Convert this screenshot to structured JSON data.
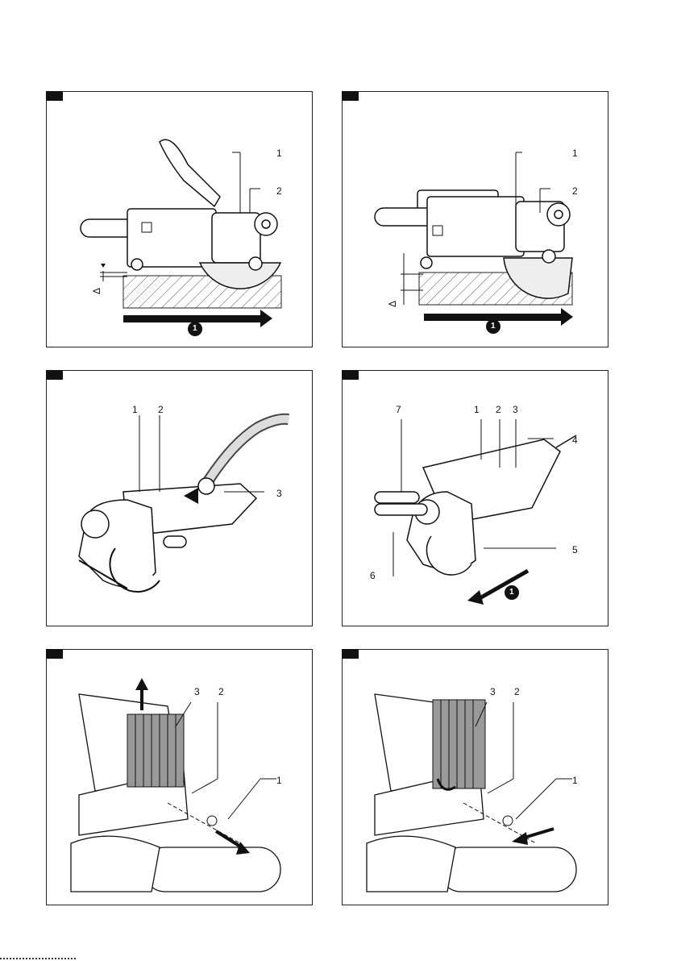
{
  "figures": [
    {
      "callouts": [
        "1",
        "2"
      ],
      "delta": "Δ",
      "step": "1"
    },
    {
      "callouts": [
        "1",
        "2"
      ],
      "delta": "Δ",
      "step": "1"
    },
    {
      "callouts": [
        "1",
        "2",
        "3"
      ]
    },
    {
      "callouts": [
        "7",
        "1",
        "2",
        "3",
        "4",
        "5",
        "6"
      ],
      "step": "1"
    },
    {
      "callouts": [
        "3",
        "2",
        "1"
      ]
    },
    {
      "callouts": [
        "3",
        "2",
        "1"
      ]
    }
  ]
}
